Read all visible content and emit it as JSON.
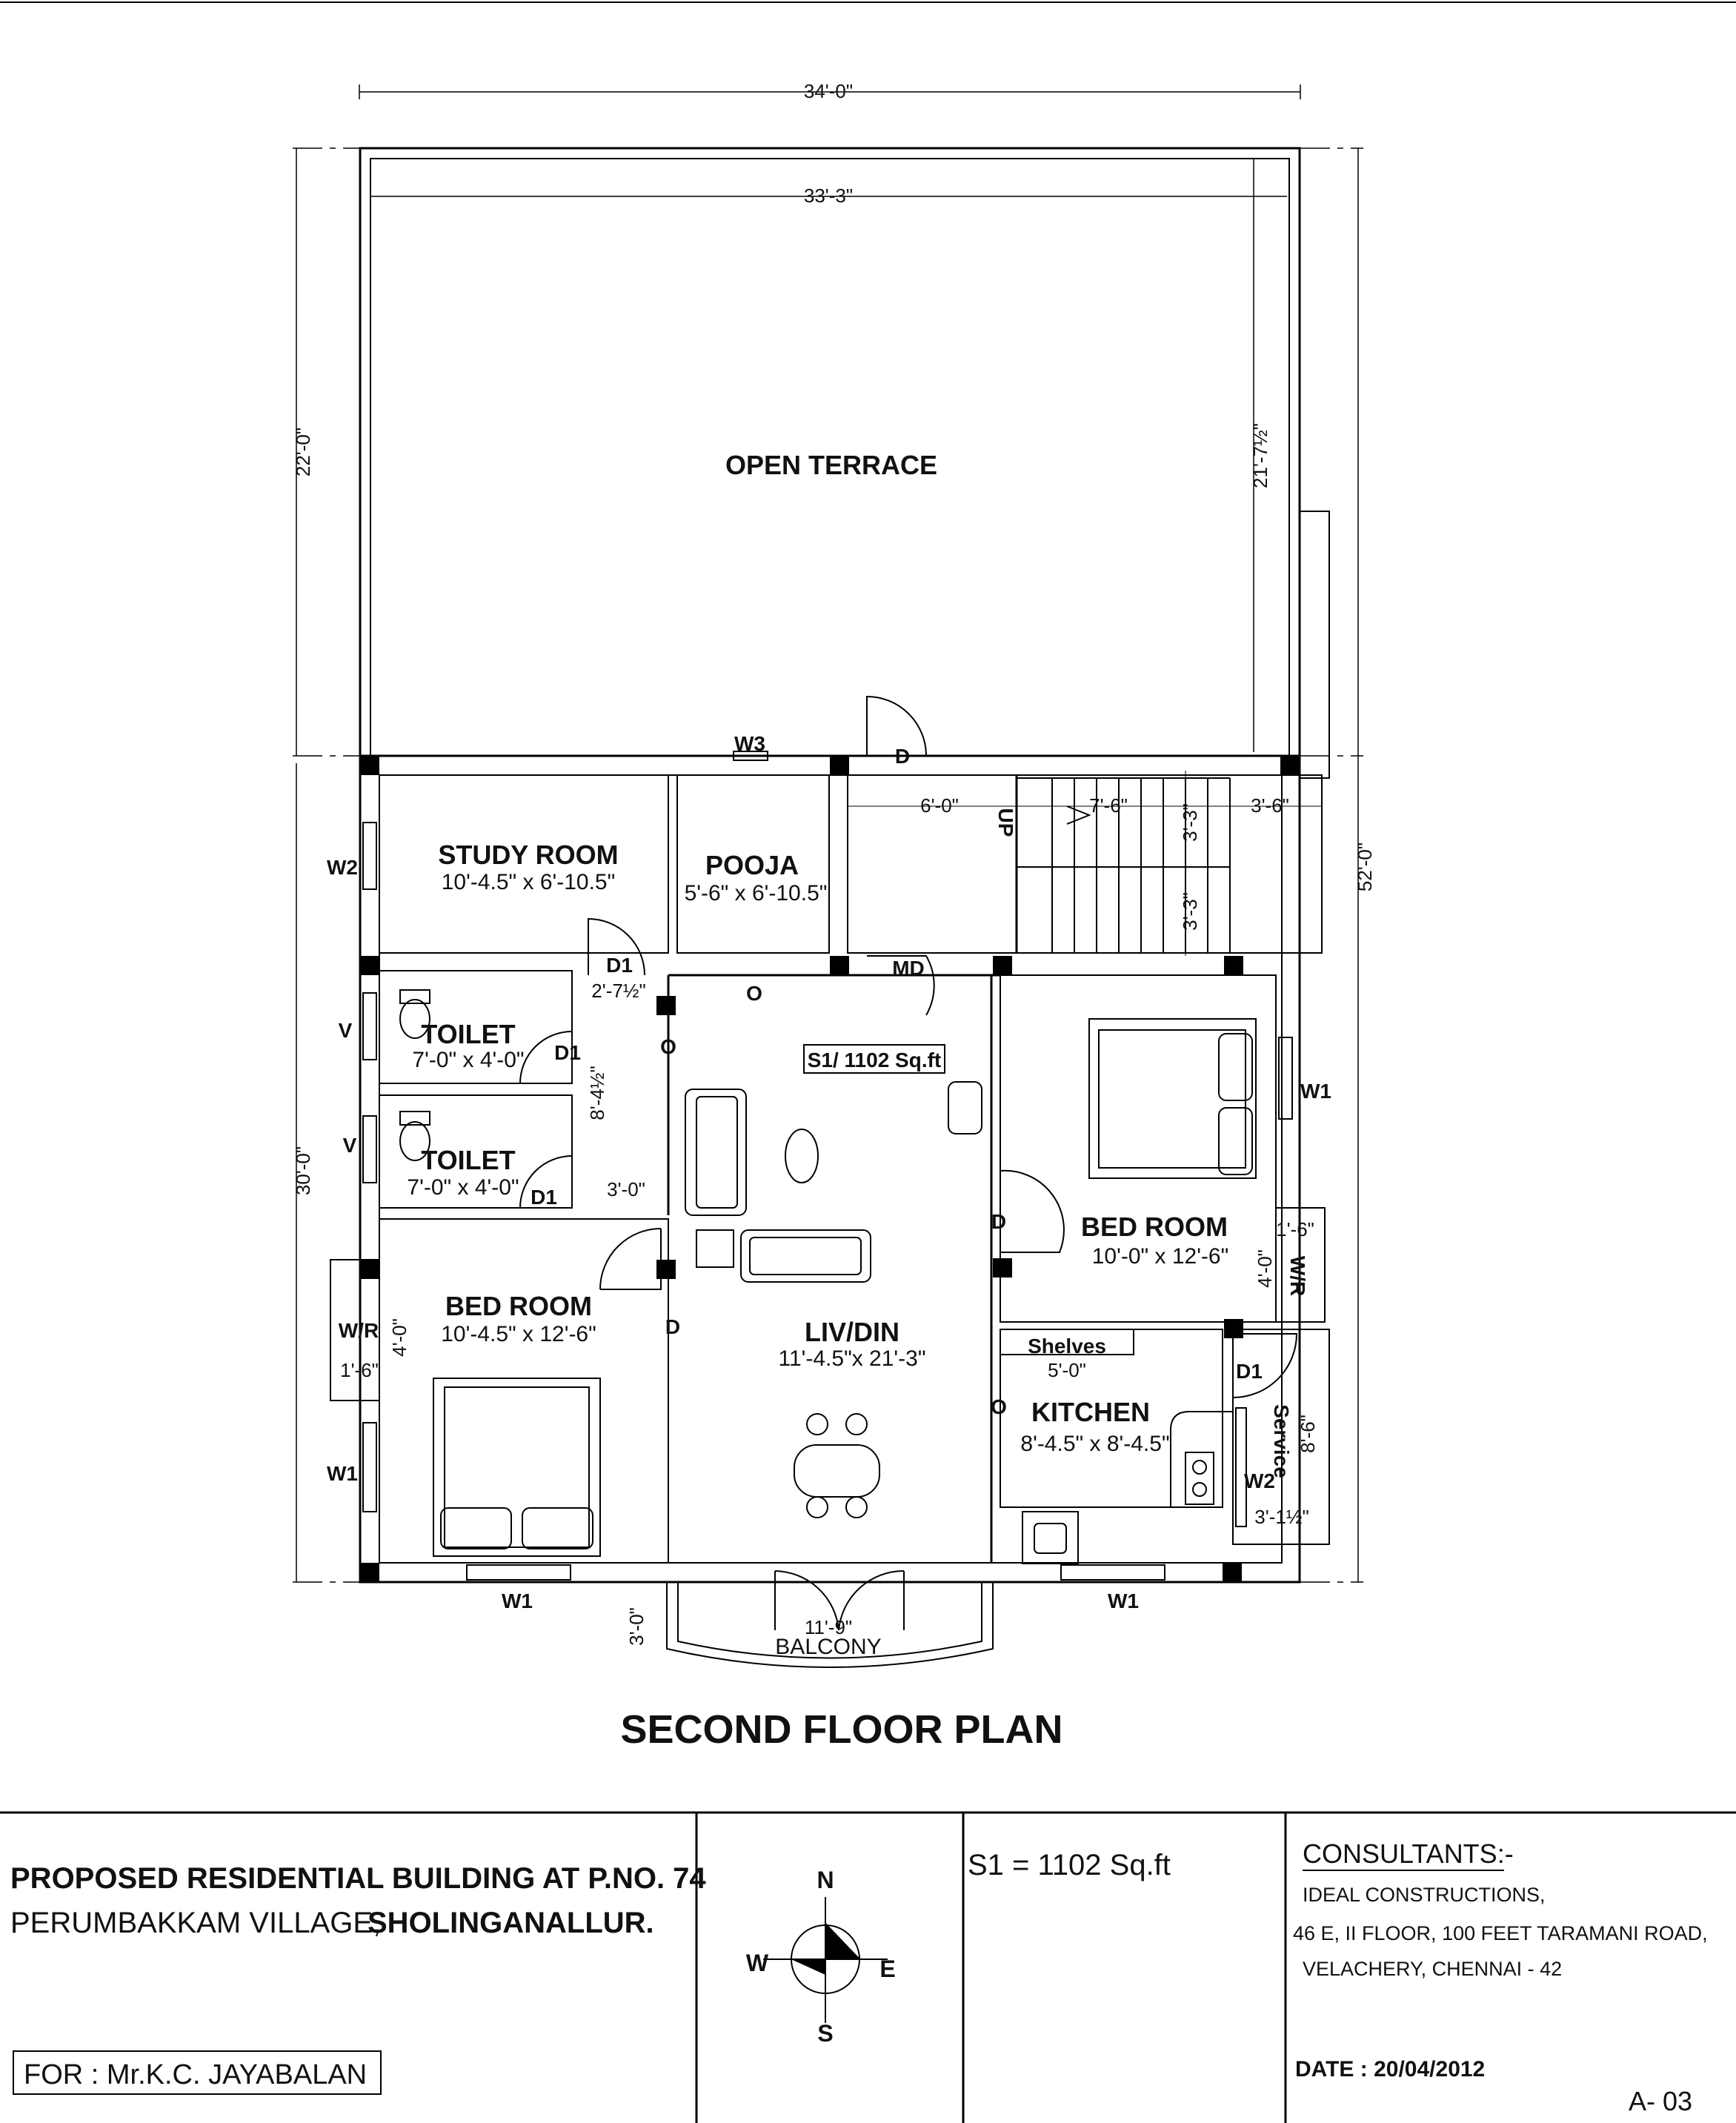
{
  "plan": {
    "title": "SECOND FLOOR PLAN",
    "dims": {
      "overall_width": "34'-0\"",
      "terrace_width": "33'-3\"",
      "terrace_depth_left": "22'-0\"",
      "terrace_depth_right": "21'-7½\"",
      "overall_depth": "52'-0\"",
      "house_depth": "30'-0\"",
      "stair_a": "6'-0\"",
      "stair_b": "7'-6\"",
      "stair_c": "3'-6\"",
      "stair_d": "3'-3\"",
      "stair_e": "3'-3\"",
      "passage_a": "2'-7½\"",
      "passage_b": "8'-4½\"",
      "passage_c": "3'-0\"",
      "wr_left_a": "4'-0\"",
      "wr_left_b": "1'-6\"",
      "wr_right_a": "1'-6\"",
      "wr_right_b": "4'-0\"",
      "shelves": "5'-0\"",
      "service_a": "8'-6\"",
      "service_b": "3'-1½\"",
      "balcony_w": "11'-9\"",
      "balcony_d": "3'-0\""
    },
    "rooms": {
      "terrace": "OPEN TERRACE",
      "study": "STUDY ROOM",
      "study_size": "10'-4.5\" x 6'-10.5\"",
      "pooja": "POOJA",
      "pooja_size": "5'-6\" x 6'-10.5\"",
      "toilet1": "TOILET",
      "toilet1_size": "7'-0\" x 4'-0\"",
      "toilet2": "TOILET",
      "toilet2_size": "7'-0\" x 4'-0\"",
      "bed_left": "BED ROOM",
      "bed_left_size": "10'-4.5\" x 12'-6\"",
      "bed_right": "BED ROOM",
      "bed_right_size": "10'-0\" x 12'-6\"",
      "livdin": "LIV/DIN",
      "livdin_size": "11'-4.5\"x 21'-3\"",
      "kitchen": "KITCHEN",
      "kitchen_size": "8'-4.5\" x 8'-4.5\"",
      "balcony": "BALCONY",
      "shelves": "Shelves",
      "service": "Service",
      "area_tag": "S1/ 1102 Sq.ft",
      "stair_up": "UP"
    },
    "openings": {
      "w1": "W1",
      "w2": "W2",
      "w3": "W3",
      "v": "V",
      "d": "D",
      "d1": "D1",
      "md": "MD",
      "o": "O",
      "wr": "W/R"
    }
  },
  "title_block": {
    "project_line1": "PROPOSED RESIDENTIAL BUILDING  AT P.NO. 74",
    "project_line2a": "PERUMBAKKAM VILLAGE,",
    "project_line2b": "SHOLINGANALLUR.",
    "client": "FOR : Mr.K.C. JAYABALAN",
    "north": "N",
    "south": "S",
    "east": "E",
    "west": "W",
    "area": "S1 =   1102 Sq.ft",
    "consultants_label": "CONSULTANTS:-",
    "consultant_name": "IDEAL CONSTRUCTIONS,",
    "consultant_addr1": "46 E, II FLOOR, 100 FEET TARAMANI ROAD,",
    "consultant_addr2": "VELACHERY, CHENNAI - 42",
    "date": "DATE : 20/04/2012",
    "sheet": "A- 03"
  }
}
